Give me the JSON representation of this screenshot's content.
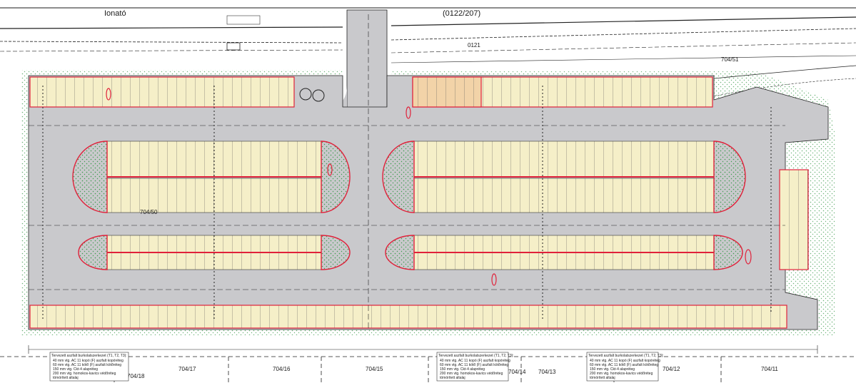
{
  "header": {
    "street_name": "Ionató",
    "road_code": "(0122/207)",
    "parcel_top": "0121"
  },
  "parcels": {
    "top_right": "704/51",
    "center": "704/50",
    "bottom": [
      "704/18",
      "704/17",
      "704/16",
      "704/15",
      "704/14",
      "704/13",
      "704/12",
      "704/11"
    ]
  },
  "legend_notes": [
    {
      "title": "Tervezett aszfalt burkolatszerkezet (T1, T2, T3):",
      "lines": [
        "40 mm vtg. AC 11 kopó (F) aszfalt kopóréteg",
        "60 mm vtg. AC 11 kötő (F) aszfalt kötőréteg",
        "150 mm vtg. Ckt-4 alapréteg",
        "200 mm vtg. homokos-kavics védőréteg",
        "tömörített altalaj"
      ]
    },
    {
      "title": "Tervezett aszfalt burkolatszerkezet (T1, T2, T3):",
      "lines": [
        "40 mm vtg. AC 11 kopó (F) aszfalt kopóréteg",
        "60 mm vtg. AC 11 kötő (F) aszfalt kötőréteg",
        "150 mm vtg. Ckt-4 alapréteg",
        "200 mm vtg. homokos-kavics védőréteg",
        "tömörített altalaj"
      ]
    },
    {
      "title": "Tervezett aszfalt burkolatszerkezet (T1, T2, T3):",
      "lines": [
        "40 mm vtg. AC 11 kopó (F) aszfalt kopóréteg",
        "60 mm vtg. AC 11 kötő (F) aszfalt kötőréteg",
        "150 mm vtg. Ckt-4 alapréteg",
        "200 mm vtg. homokos-kavics védőréteg",
        "tömörített altalaj"
      ]
    }
  ],
  "colors": {
    "asphalt": "#c9c9cc",
    "stall": "#f5efc8",
    "stall_highlight": "#f2d3a8",
    "curb": "#e0213a",
    "green": "#3f9b4f",
    "ink": "#1a1a1a"
  }
}
